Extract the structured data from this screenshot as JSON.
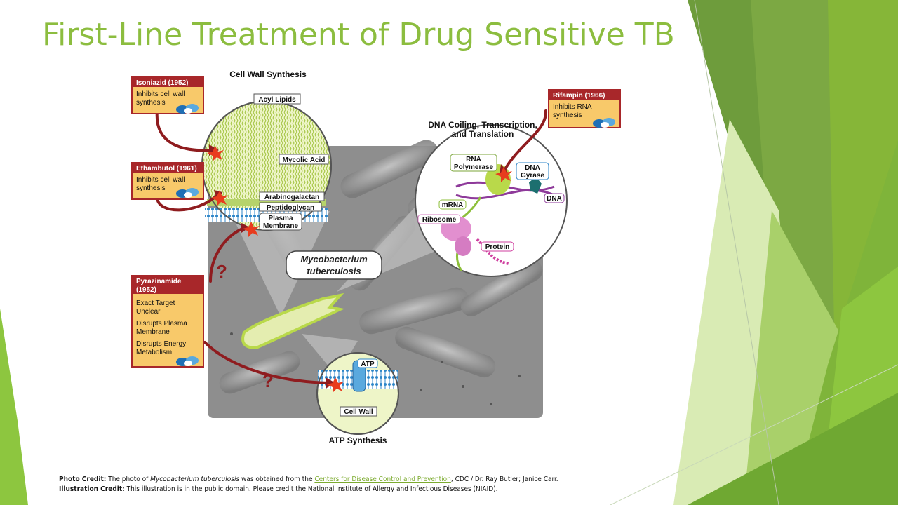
{
  "slide": {
    "title": "First-Line Treatment of Drug Sensitive TB"
  },
  "diagram": {
    "cell_wall_synthesis": "Cell Wall Synthesis",
    "dna_heading_line1": "DNA Coiling, Transcription,",
    "dna_heading_line2": "and Translation",
    "atp_synthesis": "ATP Synthesis",
    "organism_line1": "Mycobacterium",
    "organism_line2": "tuberculosis",
    "cell_wall_layers": [
      "Acyl Lipids",
      "Mycolic Acid",
      "Arabinogalactan",
      "Peptidoglycan",
      "Plasma",
      "Membrane"
    ],
    "dna_labels": {
      "rna_polymerase_1": "RNA",
      "rna_polymerase_2": "Polymerase",
      "dna_gyrase_1": "DNA",
      "dna_gyrase_2": "Gyrase",
      "dna": "DNA",
      "mrna": "mRNA",
      "ribosome": "Ribosome",
      "protein": "Protein"
    },
    "atp_labels": {
      "atp": "ATP",
      "cell_wall": "Cell Wall"
    },
    "unknown_marker": "?"
  },
  "drugs": {
    "isoniazid": {
      "name": "Isoniazid (1952)",
      "effect_1": "Inhibits cell wall",
      "effect_2": "synthesis"
    },
    "ethambutol": {
      "name": "Ethambutol (1961)",
      "effect_1": "Inhibits cell wall",
      "effect_2": "synthesis"
    },
    "rifampin": {
      "name": "Rifampin (1966)",
      "effect_1": "Inhibits RNA",
      "effect_2": "synthesis"
    },
    "pyrazinamide": {
      "name_1": "Pyrazinamide",
      "name_2": "(1952)",
      "lines": [
        "Exact Target",
        "Unclear",
        "Disrupts Plasma",
        "Membrane",
        "Disrupts Energy",
        "Metabolism"
      ]
    }
  },
  "credits": {
    "photo_label": "Photo Credit:",
    "photo_text_1": "The photo of",
    "photo_species": "Mycobacterium tuberculosis",
    "photo_text_2": "was obtained from the",
    "photo_link": "Centers for Disease Control and Prevention",
    "photo_text_3": ", CDC / Dr. Ray Butler; Janice Carr.",
    "illustration_label": "Illustration Credit:",
    "illustration_text": "This illustration is in the public domain. Please credit the National Institute of Allergy and Infectious Diseases (NIAID)."
  },
  "colors": {
    "title_green": "#8cbd3f",
    "drug_header": "#a8272a",
    "drug_body": "#f8c96a",
    "arrow_red": "#8f1c1f",
    "photo_gray": "#8e8e8e"
  }
}
